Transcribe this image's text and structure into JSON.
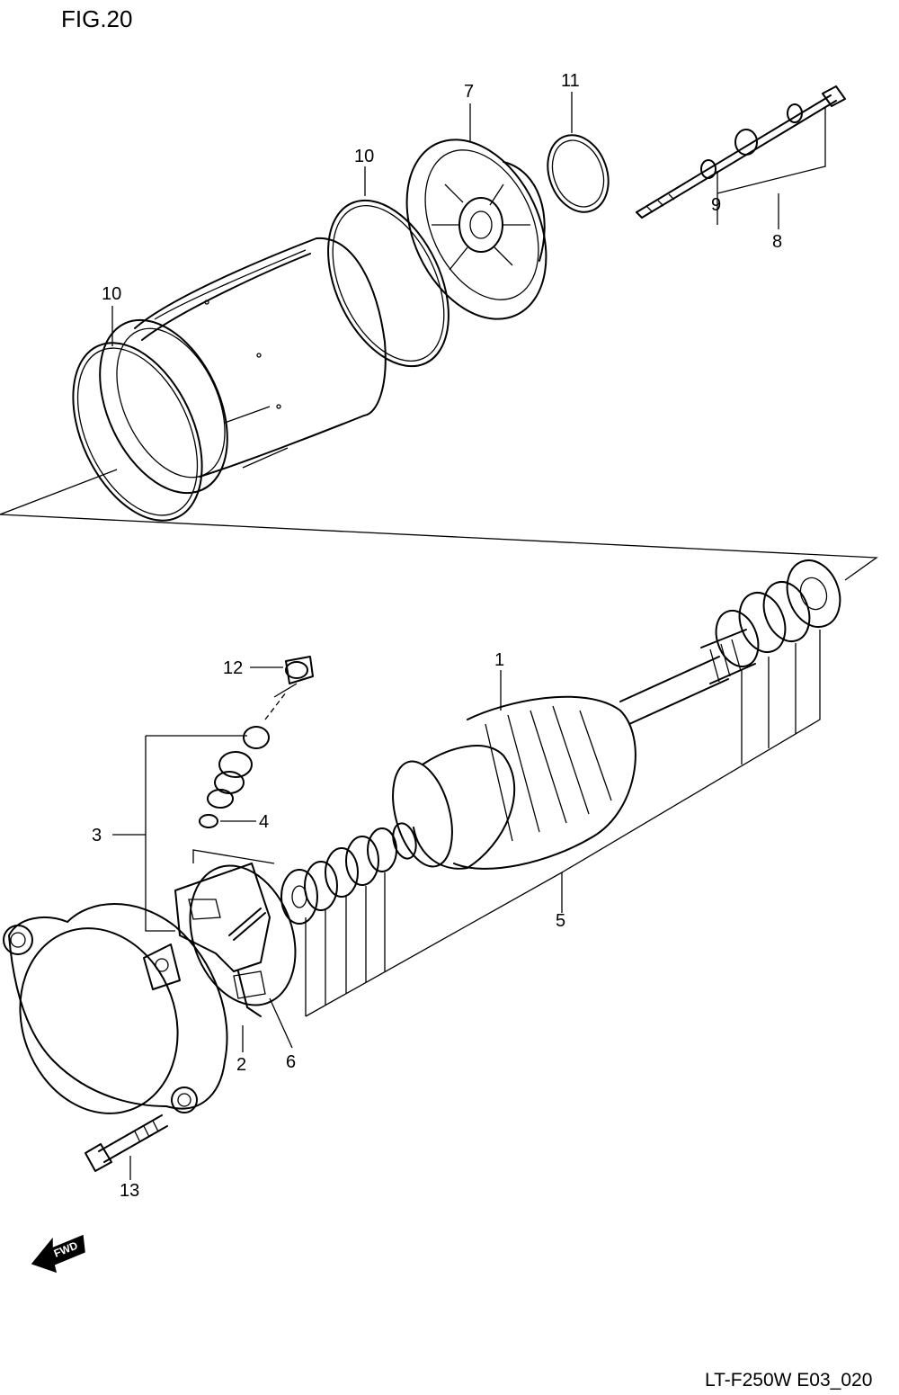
{
  "figure_label": "FIG.20",
  "drawing_code": "LT-F250W E03_020",
  "fwd_label": "FWD",
  "callouts": {
    "1": "1",
    "2": "2",
    "3": "3",
    "4": "4",
    "5": "5",
    "6": "6",
    "7": "7",
    "8": "8",
    "9": "9",
    "10a": "10",
    "10b": "10",
    "11": "11",
    "12": "12",
    "13": "13"
  }
}
